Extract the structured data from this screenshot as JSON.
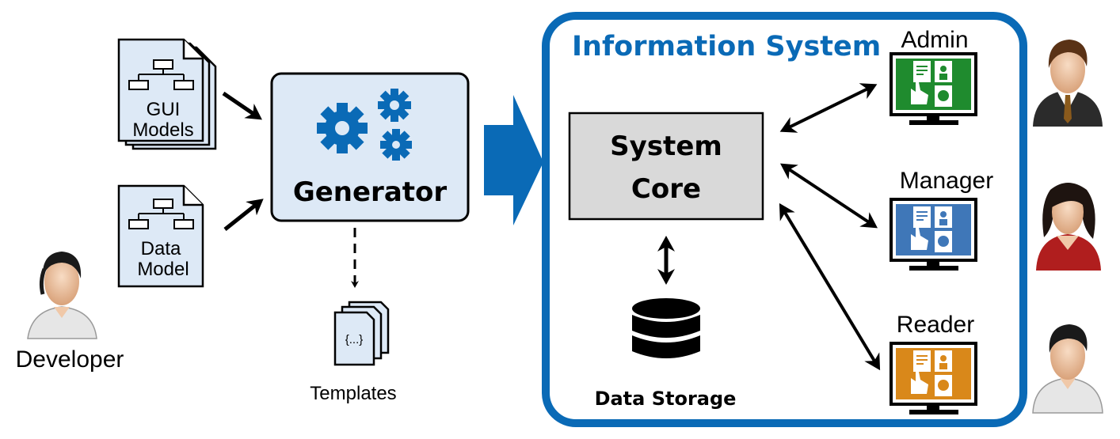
{
  "colors": {
    "accent_blue": "#0a6ab6",
    "box_fill": "#dde9f6",
    "core_fill": "#d9d9d9",
    "admin_green": "#1f8b2e",
    "manager_blue": "#3f77b8",
    "reader_orange": "#d9881a"
  },
  "diagram": {
    "gui_models": [
      "GUI",
      "Models"
    ],
    "data_model": [
      "Data",
      "Model"
    ],
    "generator": "Generator",
    "templates_icon": "{...}",
    "templates": "Templates",
    "developer": "Developer",
    "info_system": "Information System",
    "system_core": [
      "System",
      "Core"
    ],
    "data_storage": "Data Storage",
    "users": {
      "admin": "Admin",
      "manager": "Manager",
      "reader": "Reader"
    }
  }
}
